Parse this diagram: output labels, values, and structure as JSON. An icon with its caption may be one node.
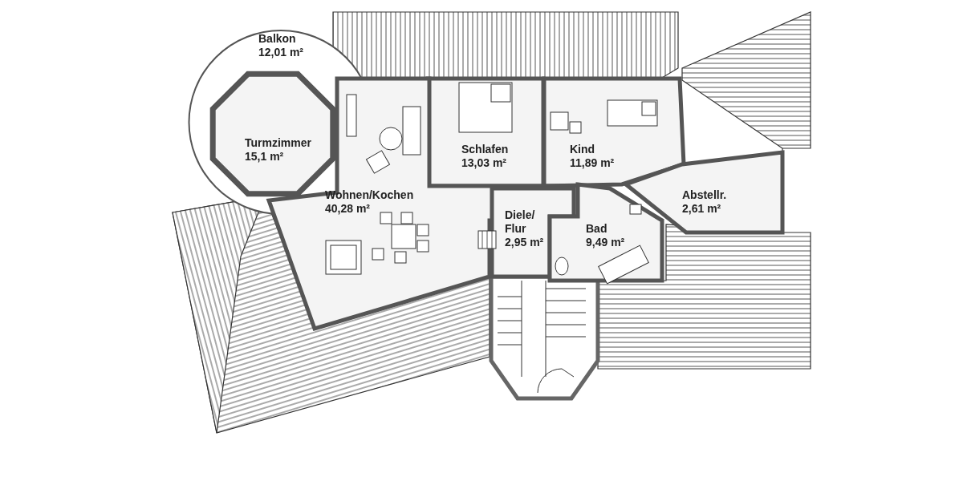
{
  "diagram": {
    "nodes": [
      {
        "text": [
          "Balkon",
          "12,01 m²"
        ]
      },
      {
        "text": [
          "Turmzimmer",
          "15,1 m²"
        ],
        "in": 0
      },
      {
        "text": [
          "Schlafen",
          "13,03 m²"
        ]
      },
      {
        "text": [
          "Kind",
          "11,89 m²"
        ]
      },
      {
        "text": [
          "Wohnen/Kochen",
          "40,28 m²"
        ]
      },
      {
        "text": [
          "Diele/ Flur",
          "2,95 m²"
        ]
      },
      {
        "text": [
          "Bad",
          "9,49 m²"
        ]
      },
      {
        "text": [
          "Abstellr.",
          "2,61 m²"
        ]
      }
    ],
    "edges": []
  }
}
